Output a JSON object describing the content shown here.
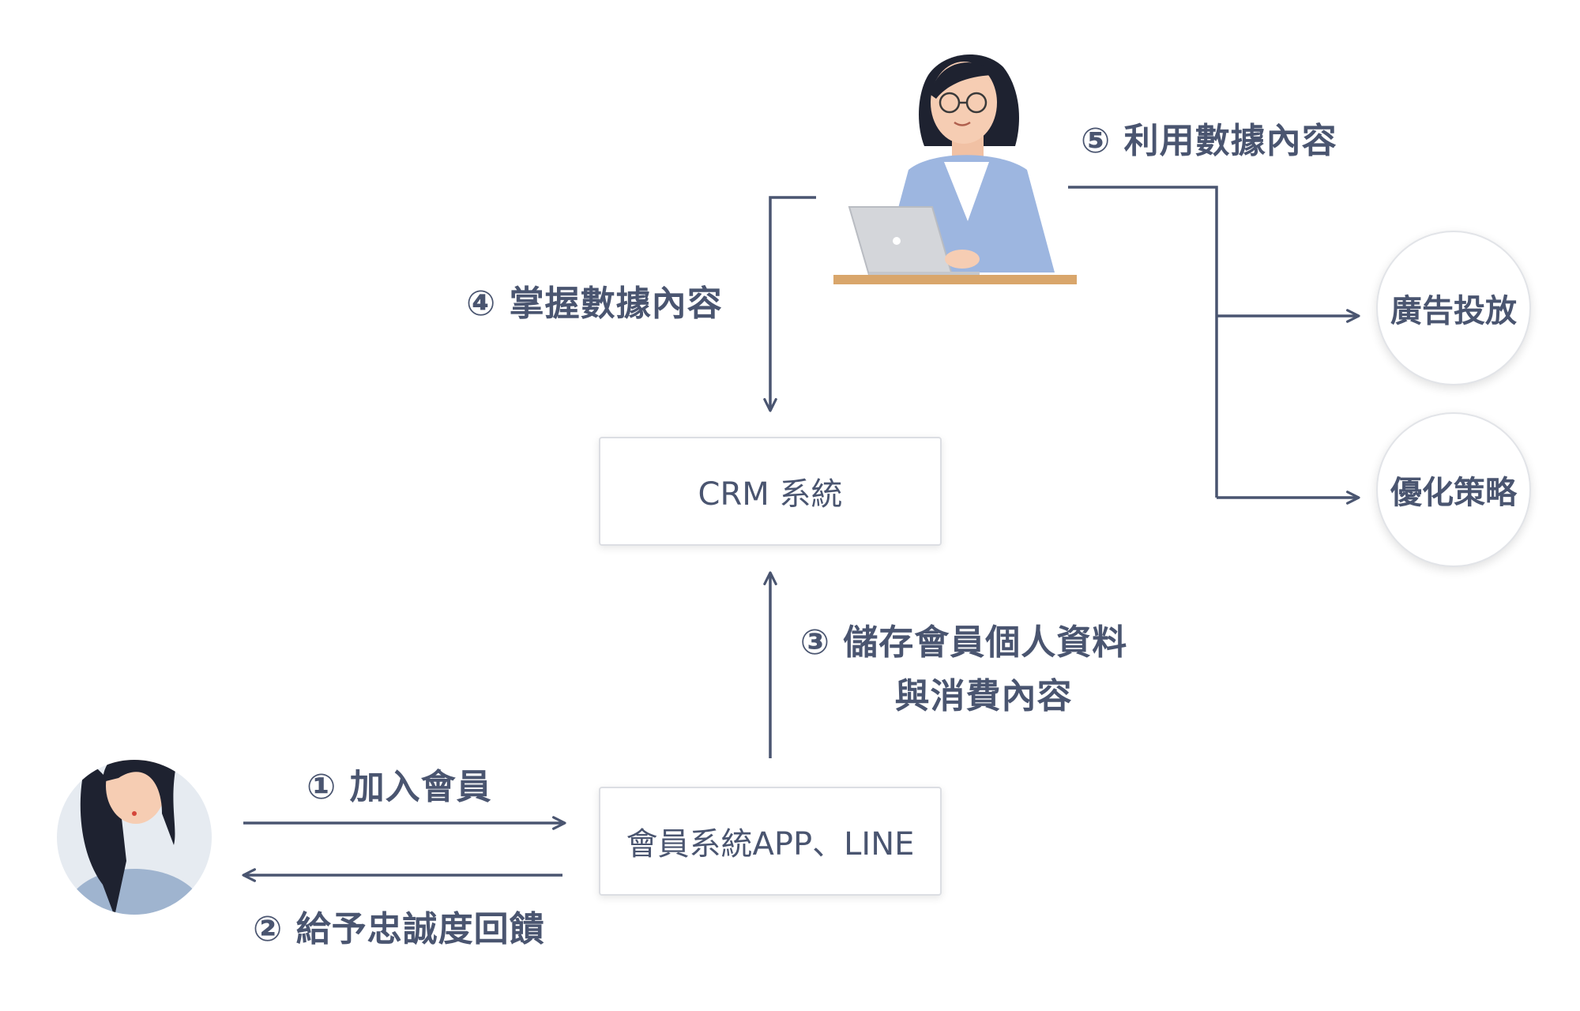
{
  "nodes": {
    "crm": "CRM 系統",
    "member_app": "會員系統APP、LINE",
    "ads": "廣告投放",
    "optimize": "優化策略"
  },
  "steps": {
    "s1": "① 加入會員",
    "s2": "② 給予忠誠度回饋",
    "s3_line1": "③ 儲存會員個人資料",
    "s3_line2": "與消費內容",
    "s4": "④ 掌握數據內容",
    "s5": "⑤ 利用數據內容"
  },
  "colors": {
    "arrow": "#4a5570",
    "text": "#4a5570",
    "box_border": "#dcdee3",
    "desk": "#d9a66b",
    "jacket": "#9db6e0",
    "hair": "#1e2230"
  },
  "icons": [
    "analyst-person-icon",
    "member-avatar-icon",
    "laptop-icon"
  ]
}
